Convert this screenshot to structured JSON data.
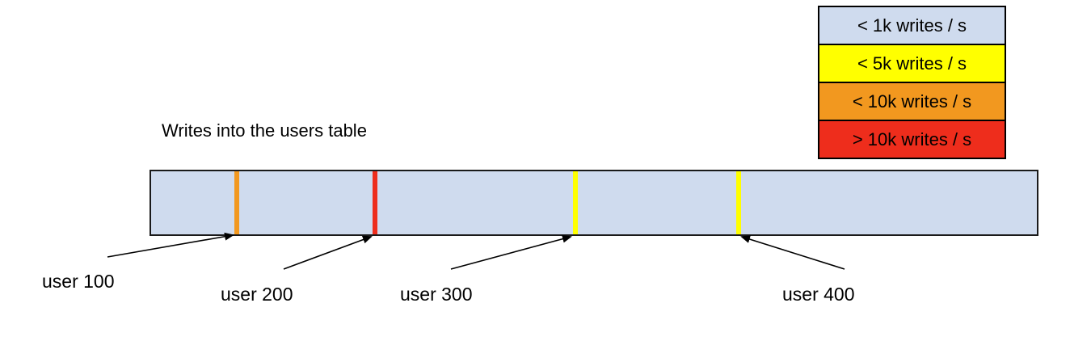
{
  "title": "Writes into the users table",
  "colors": {
    "background": "#ffffff",
    "bar_fill": "#cfdbee",
    "outline": "#000000",
    "lt_1k": "#cfdbee",
    "lt_5k": "#ffff00",
    "lt_10k": "#f2981f",
    "gt_10k": "#ee2d1c"
  },
  "legend": {
    "items": [
      {
        "label": "< 1k writes / s",
        "color": "#cfdbee"
      },
      {
        "label": "< 5k writes / s",
        "color": "#ffff00"
      },
      {
        "label": "< 10k writes / s",
        "color": "#f2981f"
      },
      {
        "label": "> 10k writes / s",
        "color": "#ee2d1c"
      }
    ]
  },
  "bar": {
    "fill": "#cfdbee",
    "markers": [
      {
        "label": "user 100",
        "rate": "< 10k writes / s",
        "color": "#f2981f",
        "position_frac": 0.097
      },
      {
        "label": "user 200",
        "rate": "> 10k writes / s",
        "color": "#ee2d1c",
        "position_frac": 0.253
      },
      {
        "label": "user 300",
        "rate": "< 5k writes / s",
        "color": "#ffff00",
        "position_frac": 0.479
      },
      {
        "label": "user 400",
        "rate": "< 5k writes / s",
        "color": "#ffff00",
        "position_frac": 0.663
      }
    ]
  }
}
